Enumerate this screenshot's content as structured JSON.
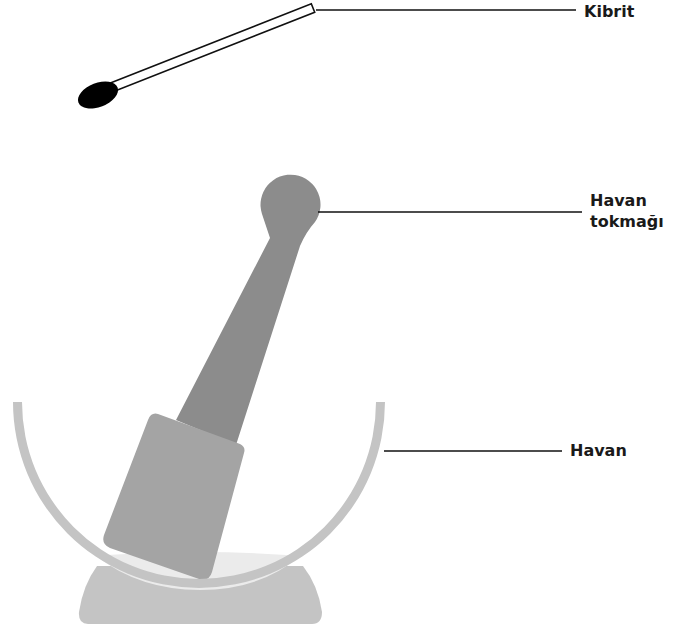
{
  "diagram": {
    "labels": [
      "Kibrit",
      "Havan tokmağı",
      "Havan"
    ]
  }
}
